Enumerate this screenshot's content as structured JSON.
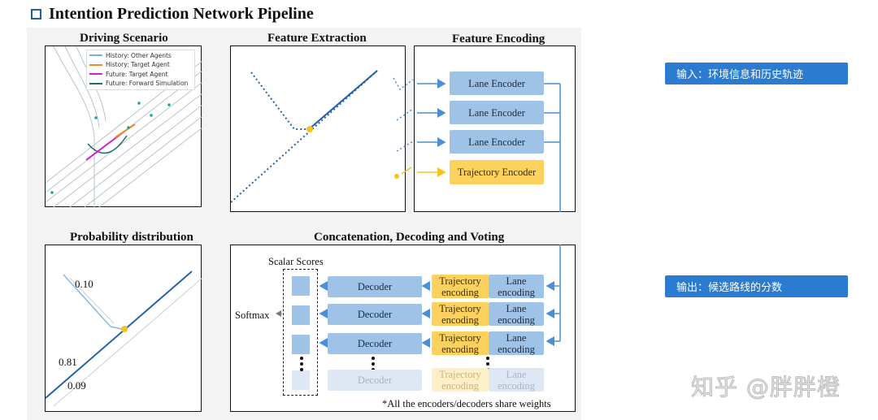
{
  "header": {
    "title": "Intention Prediction Network Pipeline"
  },
  "panels": {
    "driving_scenario": {
      "title": "Driving Scenario",
      "legend": [
        {
          "label": "History: Other Agents",
          "color": "#6fb7d9"
        },
        {
          "label": "History: Target Agent",
          "color": "#f08a24"
        },
        {
          "label": "Future: Target Agent",
          "color": "#d020d0"
        },
        {
          "label": "Future: Forward Simulation",
          "color": "#1a6b6b"
        }
      ]
    },
    "feature_extraction": {
      "title": "Feature Extraction"
    },
    "feature_encoding": {
      "title": "Feature Encoding",
      "encoders": [
        "Lane Encoder",
        "Lane Encoder",
        "Lane Encoder"
      ],
      "trajectory_encoder": "Trajectory Encoder"
    },
    "probability": {
      "title": "Probability distribution",
      "values": [
        "0.10",
        "0.81",
        "0.09"
      ]
    },
    "concat": {
      "title": "Concatenation, Decoding and Voting",
      "scalar_scores": "Scalar Scores",
      "softmax": "Softmax",
      "decoder": "Decoder",
      "trajectory_encoding": "Trajectory encoding",
      "lane_encoding": "Lane encoding",
      "footnote": "*All the encoders/decoders share weights"
    }
  },
  "callouts": {
    "input": "输入：环境信息和历史轨迹",
    "output": "输出：候选路线的分数"
  },
  "watermark": "知乎 @胖胖橙",
  "colors": {
    "accent": "#2b7bd0",
    "encoder_blue": "#9fc3e7",
    "trajectory_yellow": "#fcd15e",
    "arrow_blue": "#4a8fd6"
  }
}
